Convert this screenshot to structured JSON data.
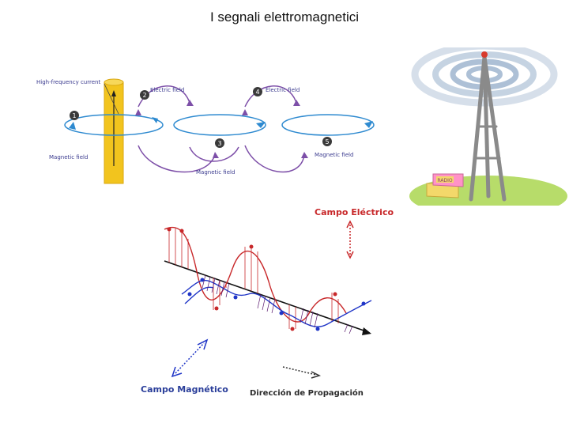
{
  "slide": {
    "title": "I segnali elettromagnetici"
  },
  "antenna_diagram": {
    "labels": {
      "current": "High-frequency current",
      "electric_field_a": "Electric field",
      "electric_field_b": "Electric field",
      "magnetic_field_a": "Magnetic field",
      "magnetic_field_b": "Magnetic field",
      "magnetic_field_c": "Magnetic field"
    },
    "steps": [
      "1",
      "2",
      "3",
      "4",
      "5"
    ],
    "colors": {
      "conductor": "#f2c41e",
      "electric": "#7d4fa8",
      "magnetic": "#2e8ad0"
    }
  },
  "tower_illustration": {
    "building_sign": "RADIO",
    "colors": {
      "waves": "#9fb6cf",
      "tower": "#8a8a8a",
      "ground": "#b7dc6a",
      "building": "#f3d86a"
    }
  },
  "wave_diagram": {
    "labels": {
      "electric": "Campo Eléctrico",
      "magnetic": "Campo Magnético",
      "propagation": "Dirección de Propagación"
    },
    "colors": {
      "electric": "#c8282a",
      "magnetic": "#1f35c7",
      "plane": "#5a1a6e"
    }
  }
}
